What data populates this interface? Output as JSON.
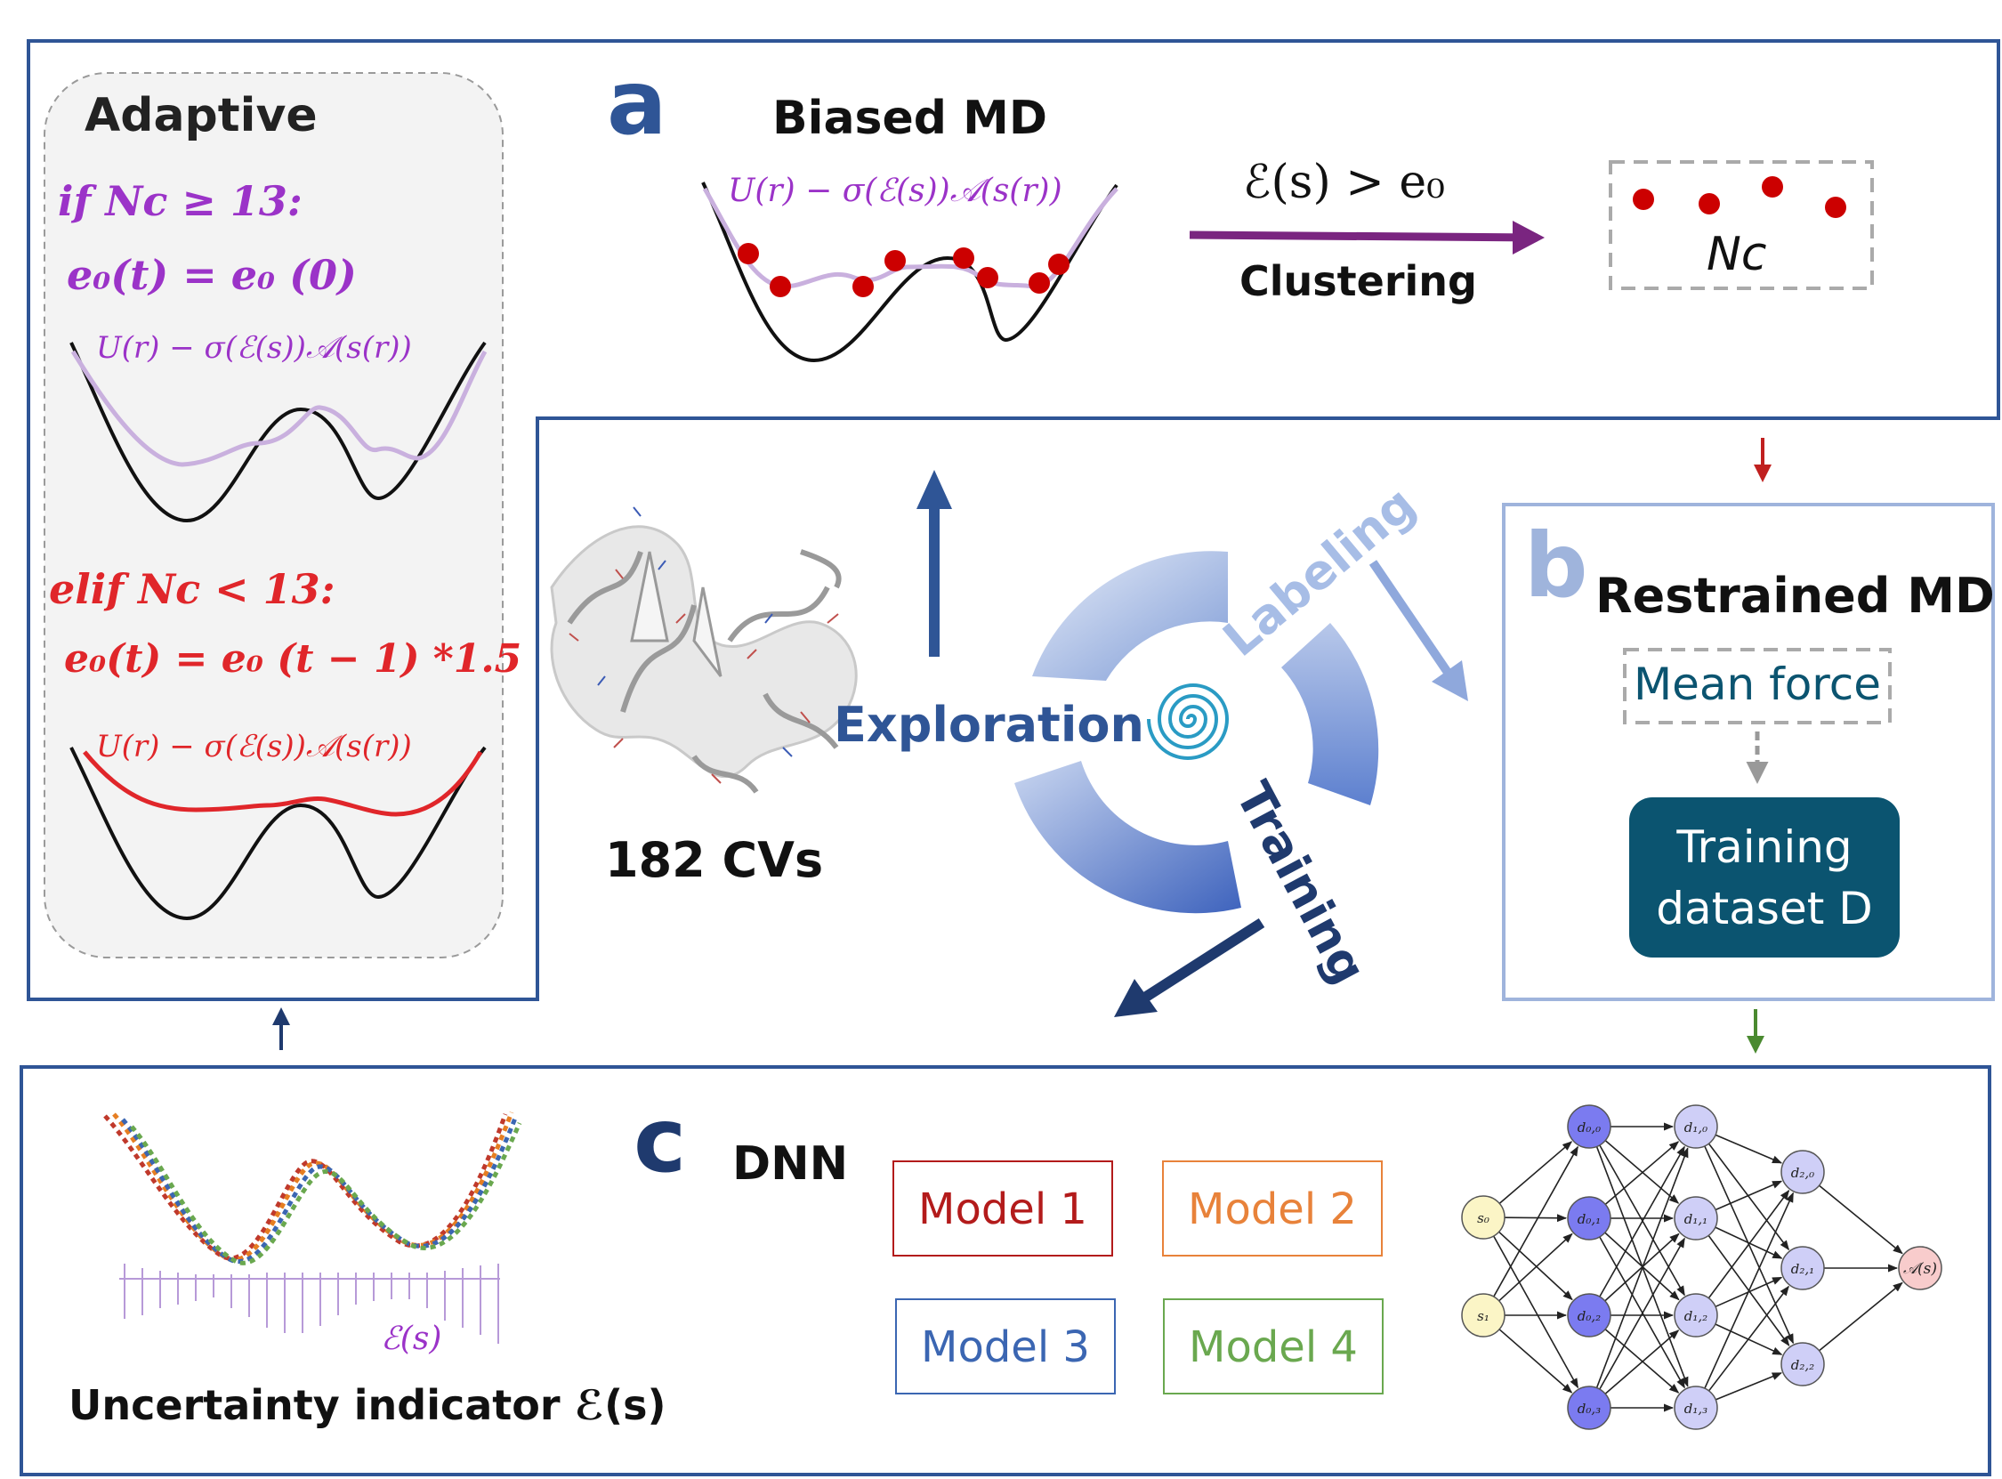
{
  "colors": {
    "frame_blue": "#2f5596",
    "light_frame": "#9fb4dc",
    "purple": "#9b33c8",
    "red": "#e0262a",
    "dark_teal": "#0b5470",
    "arrow_purple": "#7a2580",
    "model1": "#b31b1b",
    "model2": "#e8823a",
    "model3": "#3b66b2",
    "model4": "#6aa84f"
  },
  "adaptive": {
    "title": "Adaptive",
    "if_condition": "if Nc ≥ 13:",
    "if_assign": "e₀(t) = e₀ (0)",
    "if_curve_label": "U(r) − σ(ℰ(s))𝒜(s(r))",
    "elif_condition": "elif Nc < 13:",
    "elif_assign": "e₀(t) = e₀ (t − 1) *1.5",
    "elif_curve_label": "U(r) − σ(ℰ(s))𝒜(s(r))"
  },
  "panel_a": {
    "letter": "a",
    "title": "Biased MD",
    "curve_label": "U(r) − σ(ℰ(s))𝒜(s(r))",
    "condition": "ℰ(s) > e₀",
    "arrow_label": "Clustering",
    "cluster_label": "Nc"
  },
  "center": {
    "cvs_label": "182 CVs",
    "cycle_labels": [
      "Labeling",
      "Exploration",
      "Training"
    ]
  },
  "panel_b": {
    "letter": "b",
    "title": "Restrained MD",
    "mean_force": "Mean force",
    "dataset_line1": "Training",
    "dataset_line2": "dataset D"
  },
  "panel_c": {
    "letter": "c",
    "dnn_label": "DNN",
    "uncertainty_title": "Uncertainty indicator ℰ(s)",
    "uncertainty_symbol": "ℰ(s)",
    "models": [
      {
        "label": "Model 1",
        "color": "#b31b1b"
      },
      {
        "label": "Model 2",
        "color": "#e8823a"
      },
      {
        "label": "Model 3",
        "color": "#3b66b2"
      },
      {
        "label": "Model 4",
        "color": "#6aa84f"
      }
    ],
    "network": {
      "inputs": [
        "s₀",
        "s₁"
      ],
      "layer1": [
        "d₀,₀",
        "d₀,₁",
        "d₀,₂",
        "d₀,₃"
      ],
      "layer2": [
        "d₁,₀",
        "d₁,₁",
        "d₁,₂",
        "d₁,₃"
      ],
      "layer3": [
        "d₂,₀",
        "d₂,₁",
        "d₂,₂"
      ],
      "output": "𝒜(s)"
    }
  }
}
